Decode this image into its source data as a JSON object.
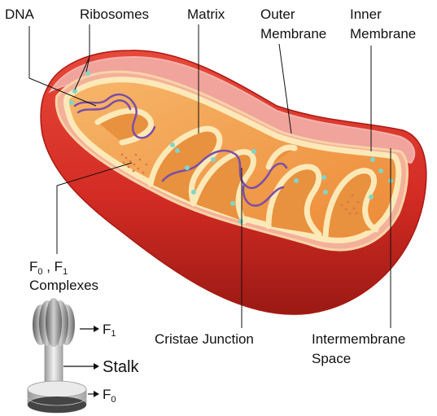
{
  "labels": {
    "dna": "DNA",
    "ribosomes": "Ribosomes",
    "matrix": "Matrix",
    "outer_membrane_1": "Outer",
    "outer_membrane_2": "Membrane",
    "inner_membrane_1": "Inner",
    "inner_membrane_2": "Membrane",
    "complexes_f0": "F",
    "complexes_f0_sub": "0",
    "complexes_comma": " , F",
    "complexes_f1_sub": "1",
    "complexes_word": "Complexes",
    "cristae_junction": "Cristae Junction",
    "intermembrane_1": "Intermembrane",
    "intermembrane_2": "Space",
    "part_f1": "F",
    "part_f1_sub": "1",
    "part_stalk": "Stalk",
    "part_f0": "F",
    "part_f0_sub": "0"
  },
  "colors": {
    "outer_membrane": "#d8342b",
    "outer_membrane_dark": "#a61c17",
    "outer_rim": "#f2a3a0",
    "intermembrane": "#f19a8a",
    "inner_membrane": "#fbe6b0",
    "matrix": "#f29a3e",
    "dna_strand": "#7a4ea8",
    "ribosome": "#7fd6c8"
  }
}
